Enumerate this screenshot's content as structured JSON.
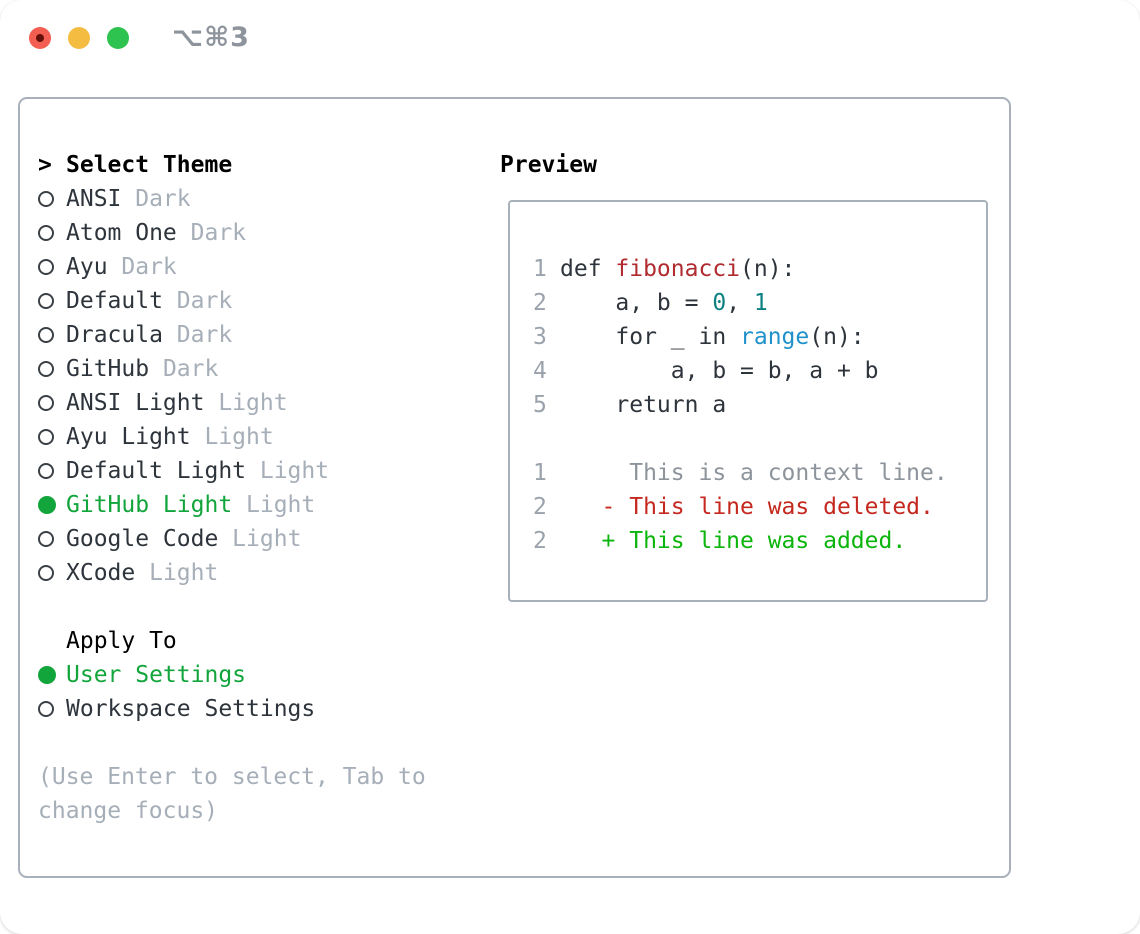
{
  "titlebar": {
    "shortcut": "⌥⌘3"
  },
  "theme_picker": {
    "prompt": ">",
    "header": "Select Theme",
    "items": [
      {
        "label": "ANSI",
        "variant": "Dark",
        "selected": false
      },
      {
        "label": "Atom One",
        "variant": "Dark",
        "selected": false
      },
      {
        "label": "Ayu",
        "variant": "Dark",
        "selected": false
      },
      {
        "label": "Default",
        "variant": "Dark",
        "selected": false
      },
      {
        "label": "Dracula",
        "variant": "Dark",
        "selected": false
      },
      {
        "label": "GitHub",
        "variant": "Dark",
        "selected": false
      },
      {
        "label": "ANSI Light",
        "variant": "Light",
        "selected": false
      },
      {
        "label": "Ayu Light",
        "variant": "Light",
        "selected": false
      },
      {
        "label": "Default Light",
        "variant": "Light",
        "selected": false
      },
      {
        "label": "GitHub Light",
        "variant": "Light",
        "selected": true
      },
      {
        "label": "Google Code",
        "variant": "Light",
        "selected": false
      },
      {
        "label": "XCode",
        "variant": "Light",
        "selected": false
      }
    ],
    "apply_to": {
      "header": "Apply To",
      "options": [
        {
          "label": "User Settings",
          "selected": true
        },
        {
          "label": "Workspace Settings",
          "selected": false
        }
      ]
    },
    "hint": "(Use Enter to select, Tab to change focus)"
  },
  "preview": {
    "header": "Preview",
    "lines": [
      {
        "num": "1",
        "tokens": [
          {
            "t": "def ",
            "s": "plain"
          },
          {
            "t": "fibonacci",
            "s": "func"
          },
          {
            "t": "(n):",
            "s": "plain"
          }
        ]
      },
      {
        "num": "2",
        "tokens": [
          {
            "t": "    a, b = ",
            "s": "plain"
          },
          {
            "t": "0",
            "s": "num"
          },
          {
            "t": ", ",
            "s": "plain"
          },
          {
            "t": "1",
            "s": "num"
          }
        ]
      },
      {
        "num": "3",
        "tokens": [
          {
            "t": "    for _ in ",
            "s": "plain"
          },
          {
            "t": "range",
            "s": "call"
          },
          {
            "t": "(n):",
            "s": "plain"
          }
        ]
      },
      {
        "num": "4",
        "tokens": [
          {
            "t": "        a, b = b, a + b",
            "s": "plain"
          }
        ]
      },
      {
        "num": "5",
        "tokens": [
          {
            "t": "    return a",
            "s": "plain"
          }
        ]
      },
      {
        "num": "",
        "tokens": []
      },
      {
        "num": "1",
        "tokens": [
          {
            "t": "     This is a context line.",
            "s": "ctx"
          }
        ]
      },
      {
        "num": "2",
        "tokens": [
          {
            "t": "   - This line was deleted.",
            "s": "del"
          }
        ]
      },
      {
        "num": "2",
        "tokens": [
          {
            "t": "   + This line was added.",
            "s": "add"
          }
        ]
      }
    ]
  },
  "colors": {
    "accent_green": "#12a53c",
    "added_green": "#0cb50c",
    "deleted_red": "#c4281e",
    "function_red": "#b02b30",
    "number_teal": "#0e8081",
    "call_blue": "#2191cb",
    "text_dark": "#2e343b",
    "text_black": "#000000",
    "muted": "#a6aeb8",
    "context_gray": "#8d949b",
    "line_number_gray": "#9aa2ac",
    "border_gray": "#a8b0b9",
    "traffic_red": "#f25e51",
    "traffic_yellow": "#f5bc42",
    "traffic_green": "#2ec24e"
  }
}
